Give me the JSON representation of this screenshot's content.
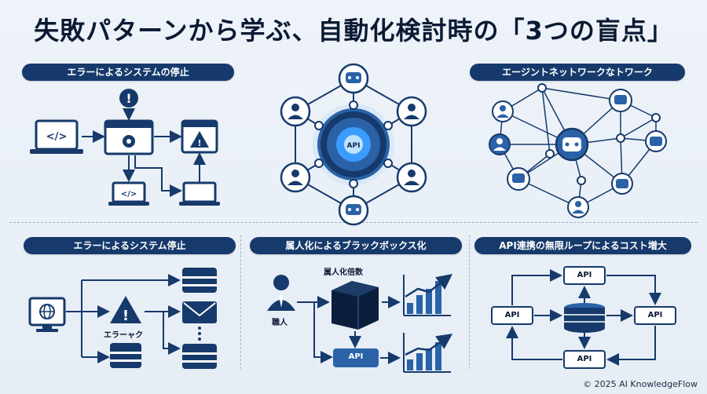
{
  "title": "失敗パターンから学ぶ、自動化検討時の「3つの盲点」",
  "top": {
    "left_header": "エラーによるシステムの停止",
    "right_header": "エージントネットワークなトワーク"
  },
  "bottom": {
    "left_header": "エラーによるシステム停止",
    "left_error_label": "エラーャク",
    "middle_header": "属人化によるブラックボックス化",
    "middle_top_label": "属人化倍数",
    "middle_person_label": "職人",
    "middle_api_label": "API",
    "right_header": "API連携の無限ループによるコスト増大",
    "right_nodes": [
      "API",
      "API",
      "API",
      "API"
    ]
  },
  "hub_center_label": "API",
  "footer": "© 2025 AI KnowledgeFlow",
  "colors": {
    "navy": "#163a6b",
    "blue": "#2a62a8",
    "light_blue": "#cfe0f3",
    "accent_glow": "#3b9cff"
  }
}
